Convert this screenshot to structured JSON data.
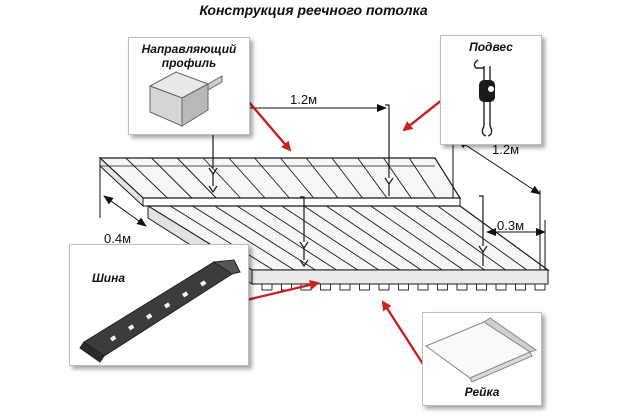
{
  "title": "Конструкция реечного потолка",
  "callouts": {
    "guide_profile": "Направляющий профиль",
    "hanger": "Подвес",
    "rail": "Шина",
    "slat": "Рейка"
  },
  "dimensions": {
    "hanger_spacing": "1.2м",
    "rail_spacing": "1.2м",
    "edge_offset_side": "0.4м",
    "edge_offset_end": "0.3м"
  },
  "colors": {
    "arrow": "#cc1f1f",
    "line": "#1a1a1a",
    "panel": "#f4f4f4",
    "rail": "#3c3c3c"
  }
}
